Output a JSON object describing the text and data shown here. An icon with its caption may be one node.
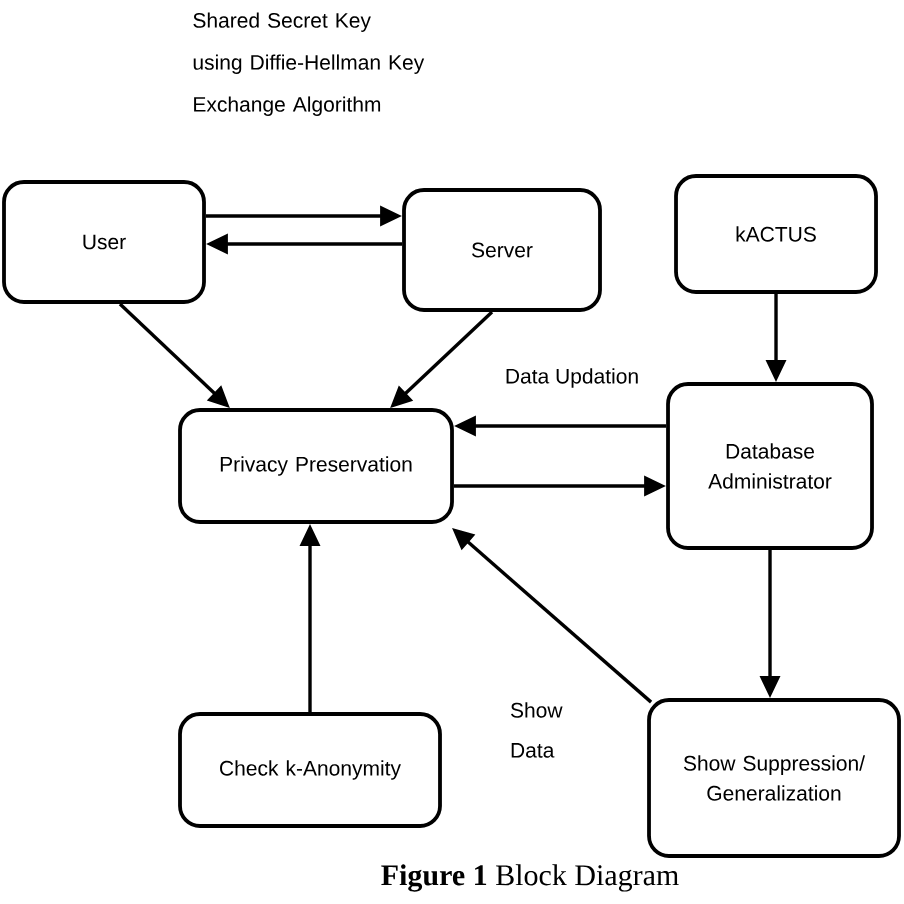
{
  "diagram": {
    "caption": "**Figure 1** Block Diagram",
    "nodes": [
      {
        "text": [
          "User"
        ]
      },
      {
        "text": [
          "Server"
        ]
      },
      {
        "text": [
          "kACTUS"
        ]
      },
      {
        "text": [
          "Privacy Preservation"
        ]
      },
      {
        "text": [
          "Database Administrator"
        ]
      },
      {
        "text": [
          "Check k-Anonymity"
        ]
      },
      {
        "text": [
          "Show Suppression/ Generalization"
        ]
      }
    ],
    "edges": [
      {
        "from": 0,
        "to": 1,
        "arrow": "to"
      },
      {
        "from": 1,
        "to": 0,
        "arrow": "to"
      },
      {
        "from": 0,
        "to": 3,
        "arrow": "to"
      },
      {
        "from": 1,
        "to": 3,
        "arrow": "to"
      },
      {
        "from": 2,
        "to": 4,
        "arrow": "to"
      },
      {
        "from": 4,
        "to": 3,
        "arrow": "to",
        "label": "Data Updation"
      },
      {
        "from": 3,
        "to": 4,
        "arrow": "to"
      },
      {
        "from": 5,
        "to": 3,
        "arrow": "to"
      },
      {
        "from": 4,
        "to": 6,
        "arrow": "to"
      },
      {
        "from": 6,
        "to": 3,
        "arrow": "to",
        "label": "Show Data"
      }
    ],
    "labels": [
      "Shared Secret Key using Diffie-Hellman Key Exchange Algorithm"
    ]
  }
}
